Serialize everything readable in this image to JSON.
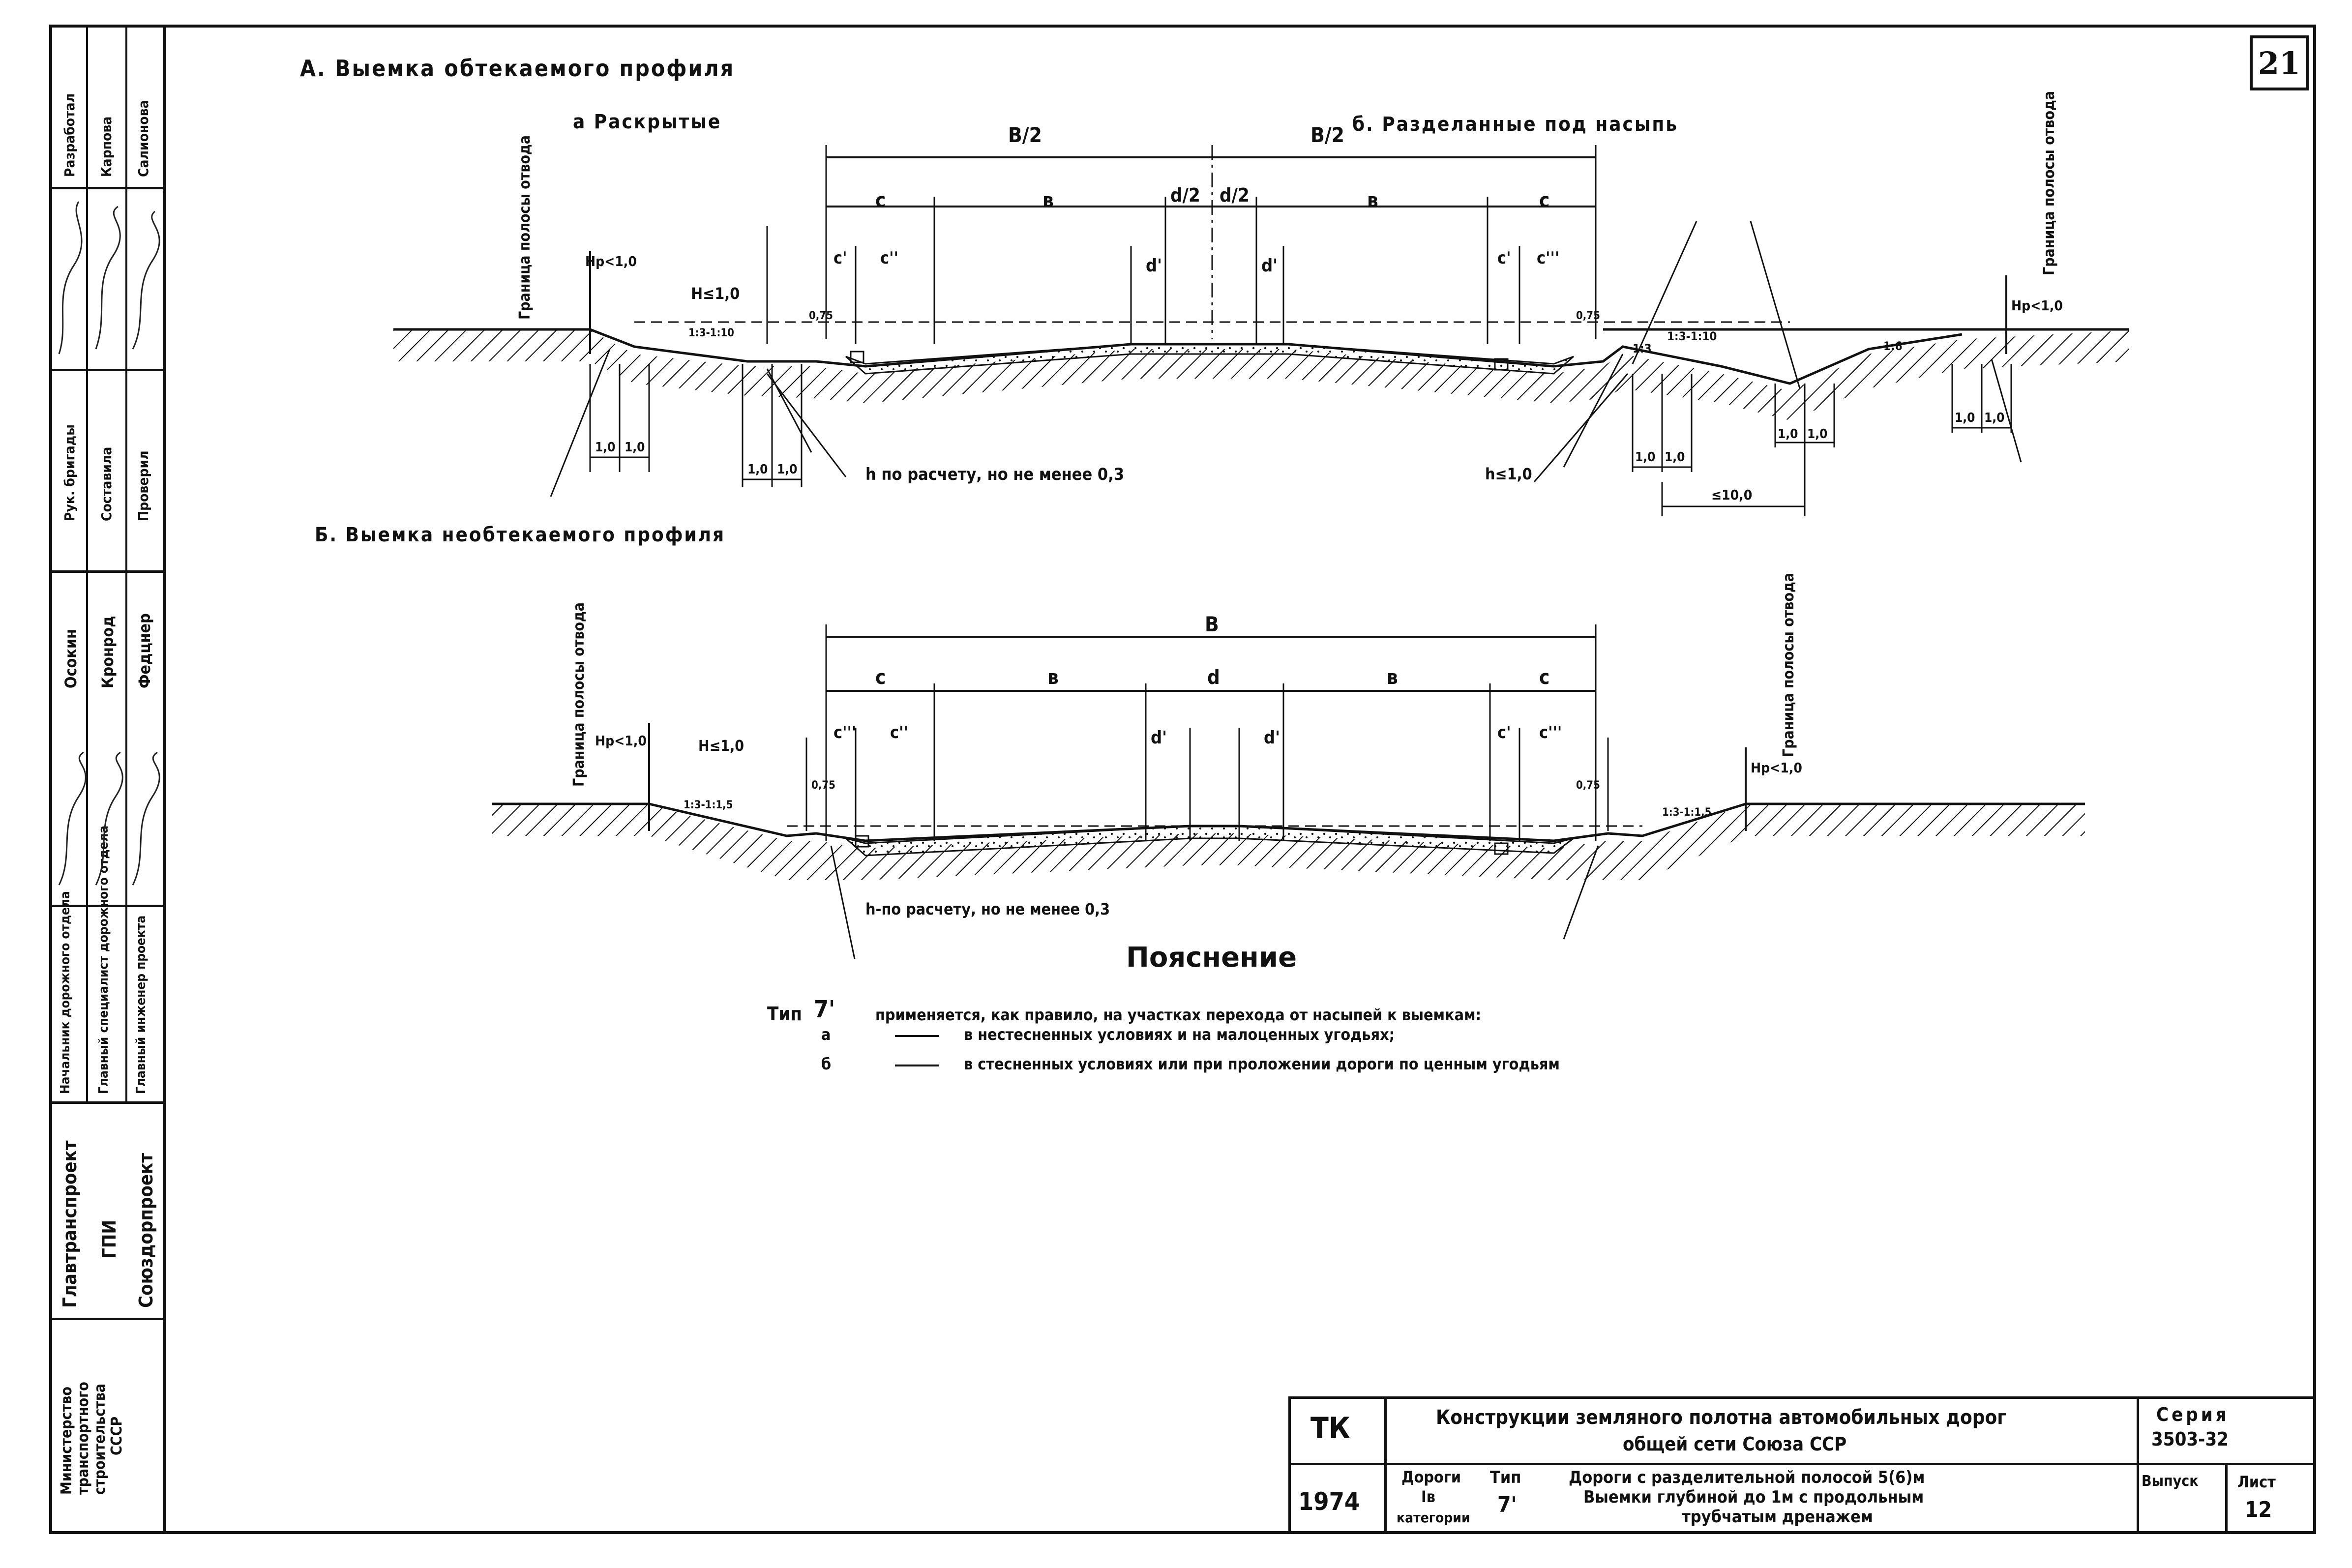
{
  "sheet_number": "21",
  "section_a": {
    "title": "А. Выемка обтекаемого профиля",
    "sub_a": "а Раскрытые",
    "sub_b": "б. Разделанные под насыпь",
    "dims": {
      "half_width_left": "B/2",
      "half_width_right": "B/2",
      "c_left": "c",
      "b_left": "в",
      "d_half_left": "d/2",
      "d_half_right": "d/2",
      "b_right": "в",
      "c_right": "c",
      "c1": "c'",
      "c2": "c''",
      "d1_left": "d'",
      "d1_right": "d'",
      "c1_right": "c'",
      "c3_right": "c'''",
      "h_le": "H≤1,0",
      "h_le_2": "h≤1,0",
      "hp": "Hp<1,0",
      "hp_right": "Hp<1,0",
      "one": "1,0",
      "dim_075": "0,75",
      "slope1": "1:3-1:10",
      "slope2": "1:3",
      "slope3": "1:6",
      "max10": "≤10,0",
      "note_h": "h по расчету, но не менее 0,3"
    },
    "boundary_left": "Граница полосы отвода",
    "boundary_right": "Граница полосы отвода"
  },
  "section_b": {
    "title": "Б. Выемка необтекаемого профиля",
    "dims": {
      "B": "B",
      "c": "c",
      "b": "в",
      "d": "d",
      "c3": "c'''",
      "c2": "c''",
      "d1": "d'",
      "c1": "c'",
      "h_le": "H≤1,0",
      "hp": "Hp<1,0",
      "hp_right": "Hp<1,0",
      "dim_075": "0,75",
      "slope": "1:3-1:1,5",
      "note_h": "h-по расчету, но не менее 0,3"
    },
    "boundary_left": "Граница полосы отвода",
    "boundary_right": "Граница полосы отвода"
  },
  "explanation": {
    "title": "Пояснение",
    "type_label": "Тип",
    "type_value": "7'",
    "line1": "применяется, как правило, на участках перехода от насыпей к выемкам:",
    "item_a_key": "а",
    "item_a": "в нестесненных условиях и на малоценных угодьях;",
    "item_b_key": "б",
    "item_b": "в стесненных условиях или при проложении дороги по ценным угодьям"
  },
  "left_strip": {
    "ministry": [
      "Министерство",
      "транспортного",
      "строительства",
      "СССР"
    ],
    "org1": "Главтранспроект",
    "org2": "ГПИ",
    "org3": "Союздорпроект",
    "roles": [
      "Начальник дорожного отдела",
      "Главный специалист дорожного отдела",
      "Главный инженер проекта"
    ],
    "names_col1": [
      "Осокин",
      "Кронрод",
      "Федцнер"
    ],
    "roles2": [
      "Рук. бригады",
      "Составила",
      "Проверил"
    ],
    "roles3": [
      "Разработал",
      "Карпова",
      "Салионова"
    ]
  },
  "title_block": {
    "tk": "ТК",
    "year": "1974",
    "title_line1": "Конструкции земляного полотна автомобильных дорог",
    "title_line2": "общей сети Союза ССР",
    "seria_label": "Серия",
    "seria_value": "3503-32",
    "roads_label": "Дороги",
    "roads_cat": "Iв",
    "roads_cat_label": "категории",
    "type_label": "Тип",
    "type_value": "7'",
    "desc_line1": "Дороги с разделительной полосой 5(6)м",
    "desc_line2": "Выемки глубиной до 1м с продольным",
    "desc_line3": "трубчатым дренажем",
    "vypusk_label": "Выпуск",
    "list_label": "Лист",
    "list_value": "12"
  }
}
